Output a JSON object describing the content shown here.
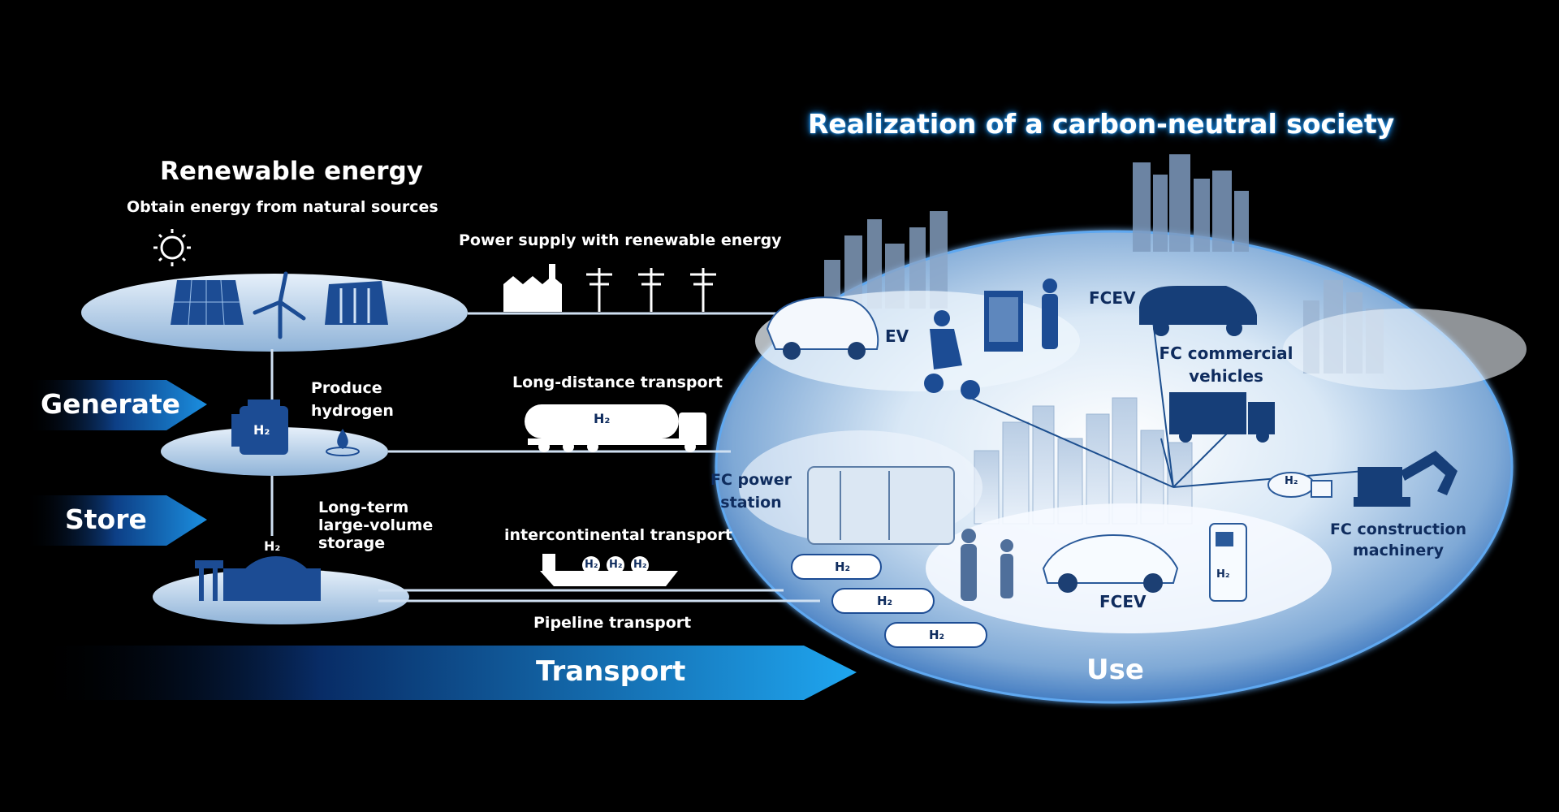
{
  "headline": "Realization of a carbon-neutral society",
  "renewable": {
    "title": "Renewable energy",
    "subtitle": "Obtain energy from natural sources"
  },
  "stages": {
    "generate": "Generate",
    "store": "Store",
    "transport": "Transport",
    "use": "Use"
  },
  "generate_node": {
    "label_line1": "Produce",
    "label_line2": "hydrogen",
    "tank_label": "H₂"
  },
  "store_node": {
    "label_line1": "Long-term",
    "label_line2": "large-volume",
    "label_line3": "storage",
    "tank_label": "H₂"
  },
  "routes": {
    "power": "Power supply with renewable energy",
    "long_distance": "Long-distance transport",
    "intercontinental": "intercontinental transport",
    "pipeline": "Pipeline transport"
  },
  "truck_label": "H₂",
  "ship_labels": [
    "H₂",
    "H₂",
    "H₂"
  ],
  "use_items": {
    "ev": "EV",
    "fcev_top": "FCEV",
    "fc_commercial_line1": "FC commercial",
    "fc_commercial_line2": "vehicles",
    "fc_power_line1": "FC power",
    "fc_power_line2": "station",
    "fc_construction_line1": "FC construction",
    "fc_construction_line2": "machinery",
    "fcev_bottom": "FCEV",
    "tank_labels": [
      "H₂",
      "H₂",
      "H₂"
    ],
    "mixer_label": "H₂",
    "dispenser_label": "H₂"
  },
  "colors": {
    "background": "#000000",
    "accent_blue": "#1a8ee6",
    "platform": "#cfe0f2",
    "dark_navy": "#0f2c5e"
  }
}
